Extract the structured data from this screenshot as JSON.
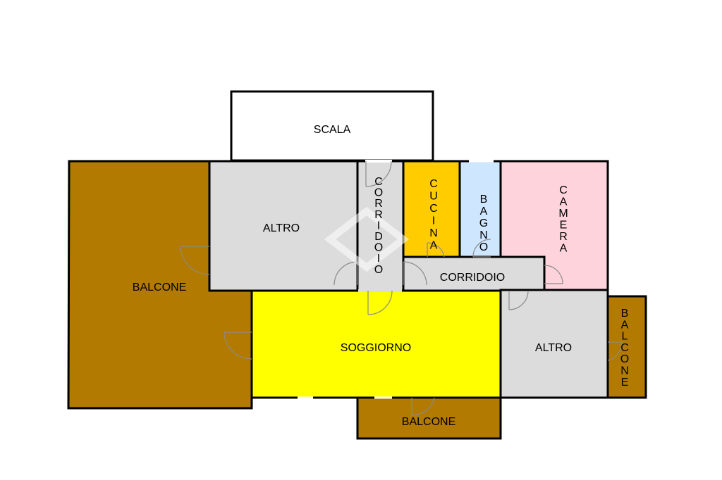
{
  "colors": {
    "balcone": "#B27A00",
    "altro": "#DCDCDC",
    "corridoio": "#DCDCDC",
    "cucina": "#FFCC00",
    "bagno": "#CFE6FF",
    "camera": "#FFD3DC",
    "soggiorno": "#FFFF00",
    "scala": "#FFFFFF"
  },
  "rooms": {
    "scala": "SCALA",
    "altro_top": "ALTRO",
    "corridoio_vertical": "CORRIDOIO",
    "cucina": "CUCINA",
    "bagno": "BAGNO",
    "camera": "CAMERA",
    "balcone_left": "BALCONE",
    "corridoio_horizontal": "CORRIDOIO",
    "soggiorno": "SOGGIORNO",
    "altro_right": "ALTRO",
    "balcone_right": "BALCONE",
    "balcone_bottom": "BALCONE"
  }
}
